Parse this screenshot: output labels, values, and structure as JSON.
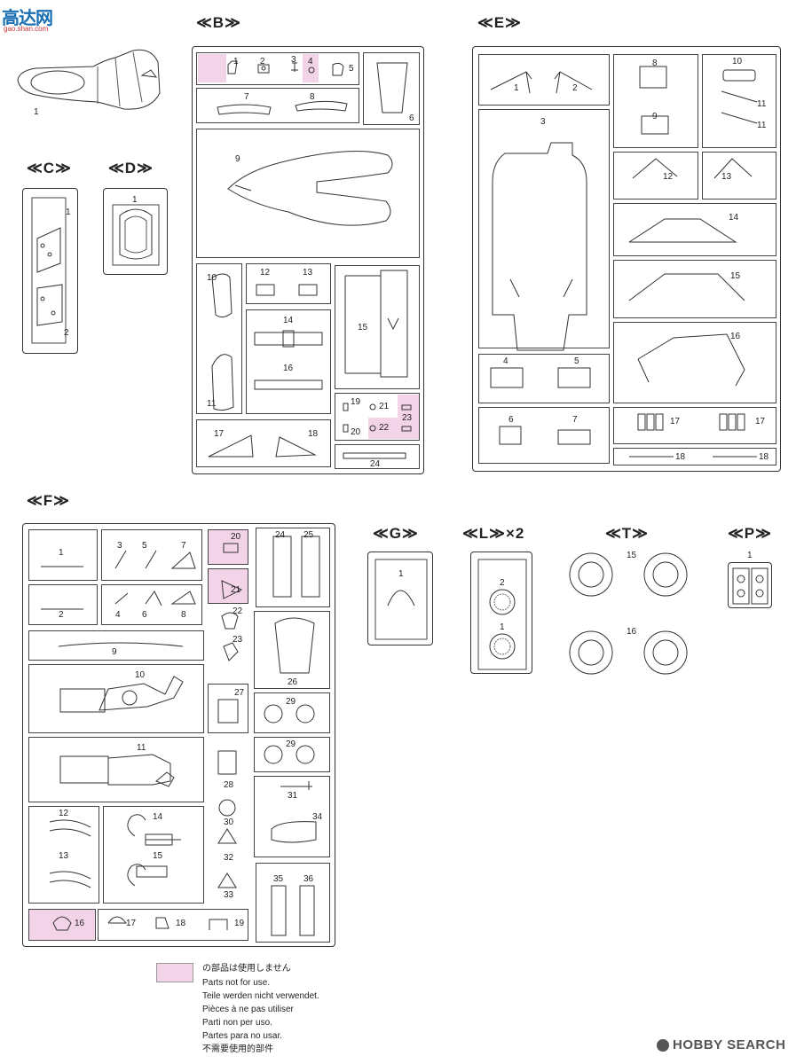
{
  "watermark": {
    "logo_text": "高达网",
    "logo_sub": "gao.shan.com",
    "brand": "HOBBY SEARCH"
  },
  "sections": {
    "A": {
      "labels": [
        "1"
      ]
    },
    "B": {
      "title": "≪B≫",
      "labels": [
        "1",
        "2",
        "3",
        "4",
        "5",
        "6",
        "7",
        "8",
        "9",
        "10",
        "11",
        "12",
        "13",
        "14",
        "15",
        "16",
        "17",
        "18",
        "19",
        "20",
        "21",
        "22",
        "23",
        "24"
      ]
    },
    "C": {
      "title": "≪C≫",
      "labels": [
        "1",
        "2"
      ]
    },
    "D": {
      "title": "≪D≫",
      "labels": [
        "1"
      ]
    },
    "E": {
      "title": "≪E≫",
      "labels": [
        "1",
        "2",
        "3",
        "4",
        "5",
        "6",
        "7",
        "8",
        "9",
        "10",
        "11",
        "11",
        "12",
        "13",
        "14",
        "15",
        "16",
        "17",
        "17",
        "18",
        "18"
      ]
    },
    "F": {
      "title": "≪F≫",
      "labels": [
        "1",
        "2",
        "3",
        "4",
        "5",
        "6",
        "7",
        "8",
        "9",
        "10",
        "11",
        "12",
        "13",
        "14",
        "15",
        "16",
        "17",
        "18",
        "19",
        "20",
        "21",
        "22",
        "23",
        "24",
        "25",
        "26",
        "27",
        "28",
        "29",
        "29",
        "30",
        "31",
        "32",
        "33",
        "34",
        "35",
        "36"
      ]
    },
    "G": {
      "title": "≪G≫",
      "labels": [
        "1"
      ]
    },
    "L": {
      "title": "≪L≫×2",
      "labels": [
        "2",
        "1"
      ]
    },
    "T": {
      "title": "≪T≫",
      "labels": [
        "15",
        "16"
      ]
    },
    "P": {
      "title": "≪P≫",
      "labels": [
        "1"
      ]
    }
  },
  "legend": {
    "swatch_color": "#f3d3e8",
    "lines": [
      "の部品は使用しません",
      "Parts not for use.",
      "Teile werden nicht verwendet.",
      "Pièces à ne pas utiliser",
      "Parti non per uso.",
      "Partes para no usar.",
      "不需要使用的部件"
    ]
  }
}
